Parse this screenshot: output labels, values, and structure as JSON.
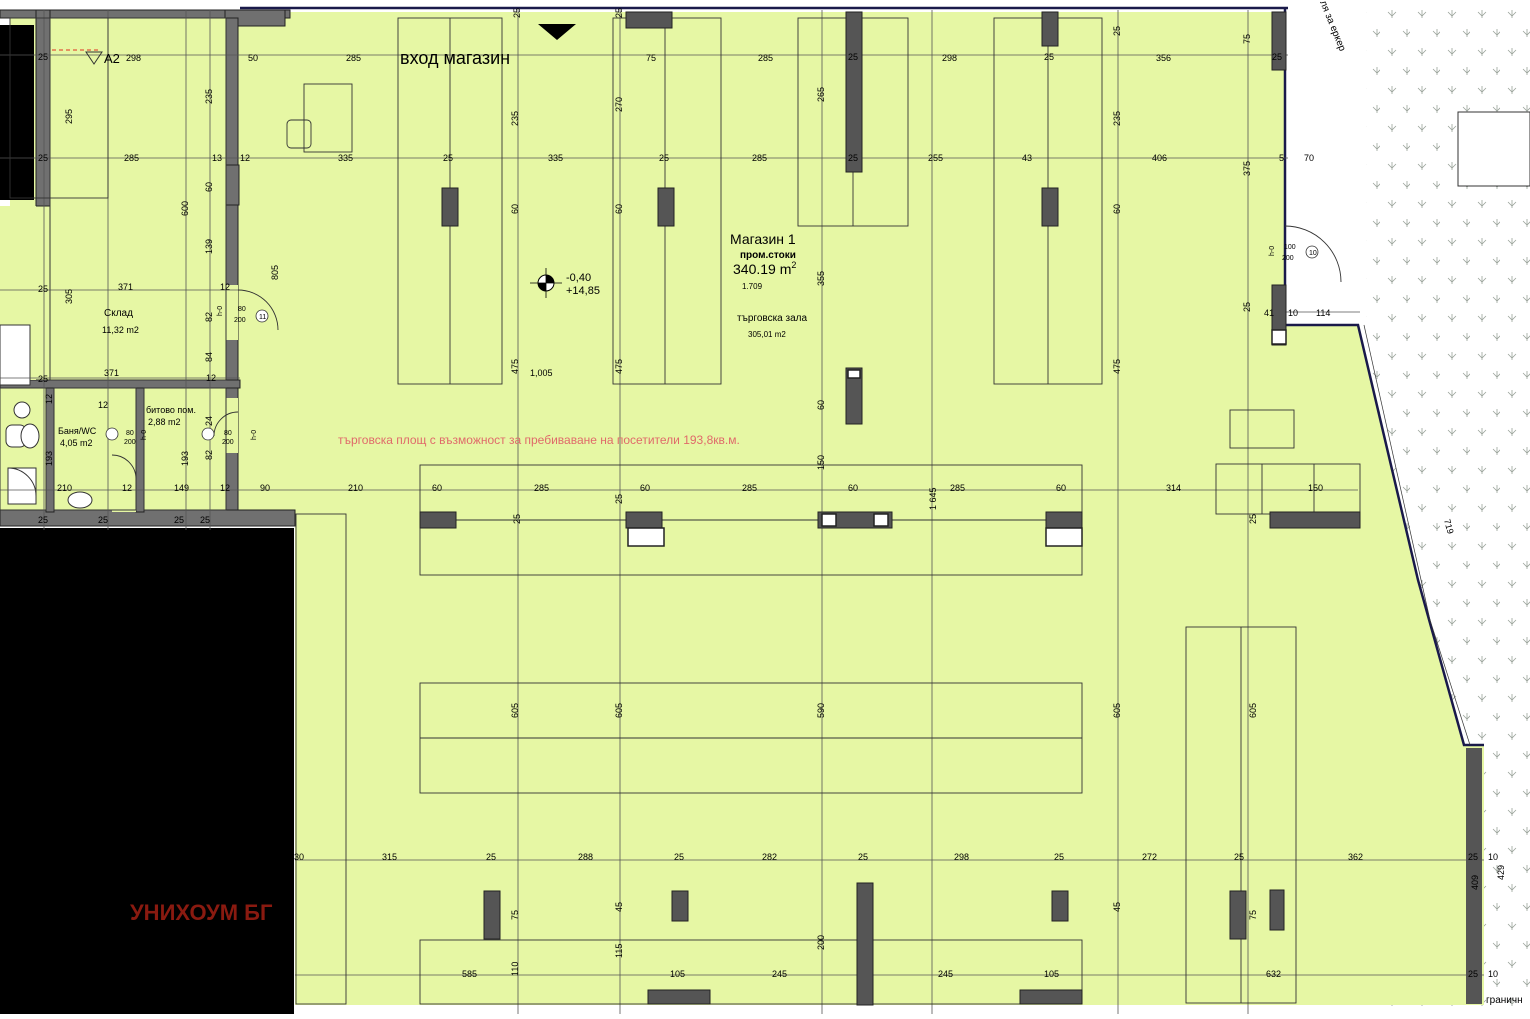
{
  "labels": {
    "entrance": "вход магазин",
    "axis_a2": "A2",
    "erker": "ля за еркер",
    "border": "граничн",
    "brand": "УНИХОУМ БГ"
  },
  "shop": {
    "name": "Магазин 1",
    "use": "пром.стоки",
    "area": "340.19 m",
    "area_sup": "2",
    "height_code": "1.709",
    "hall_name": "търговска зала",
    "hall_area": "305,01 m2"
  },
  "level": {
    "lower": "-0,40",
    "upper": "+14,85"
  },
  "storage": {
    "name": "Склад",
    "area": "11,32 m2"
  },
  "bath": {
    "name": "Баня/WC",
    "area": "4,05 m2"
  },
  "utility": {
    "name": "битово пом.",
    "area": "2,88 m2"
  },
  "note": "търговска площ с възможност за пребиваване на посетители  193,8кв.м.",
  "doors": {
    "d1": {
      "w": "80",
      "h": "200",
      "h0": "h-0",
      "num": "11"
    },
    "d2": {
      "w": "80",
      "h": "200",
      "h0": "h-0"
    },
    "d3": {
      "w": "80",
      "h": "200",
      "h0": "h-0"
    },
    "d4": {
      "w": "100",
      "h": "200",
      "h0": "h-0",
      "num": "10"
    }
  },
  "dims": {
    "t298": "298",
    "t50": "50",
    "t285a": "285",
    "t75a": "75",
    "t285b": "285",
    "t298b": "298",
    "t356": "356",
    "t25tl": "25",
    "t25tr": "25",
    "r285": "285",
    "r13": "13",
    "r12a": "12",
    "r335a": "335",
    "r25a": "25",
    "r335b": "335",
    "r25b": "25",
    "r285b": "285",
    "r25c": "25",
    "r255": "255",
    "r43": "43",
    "r406": "406",
    "r5": "5",
    "r70": "70",
    "r25l": "25",
    "s371a": "371",
    "s371b": "371",
    "s12a": "12",
    "s12b": "12",
    "s12c": "12",
    "s25a": "25",
    "s25b": "25",
    "s1005": "1,005",
    "b210": "210",
    "b12a": "12",
    "b149": "149",
    "b12b": "12",
    "b90": "90",
    "b210b": "210",
    "b60a": "60",
    "b285a": "285",
    "b60b": "60",
    "b285b": "285",
    "b60c": "60",
    "b285c": "285",
    "b60d": "60",
    "b314": "314",
    "b150": "150",
    "b25a": "25",
    "b25b": "25",
    "b25c": "25",
    "b25d": "25",
    "k30": "30",
    "k315": "315",
    "k25a": "25",
    "k288": "288",
    "k25b": "25",
    "k282": "282",
    "k25c": "25",
    "k298": "298",
    "k25d": "25",
    "k272": "272",
    "k25e": "25",
    "k362": "362",
    "k25f": "25",
    "k10": "10",
    "m585": "585",
    "m105a": "105",
    "m245a": "245",
    "m245b": "245",
    "m105b": "105",
    "m632": "632",
    "m25": "25",
    "m10": "10",
    "r114": "114",
    "r41": "41",
    "r10": "10",
    "v295": "295",
    "v235a": "235",
    "v600": "600",
    "v60a": "60",
    "v139": "139",
    "v305": "305",
    "v805": "805",
    "v82a": "82",
    "v84": "84",
    "v82b": "82",
    "v193a": "193",
    "v193b": "193",
    "v24": "24",
    "v12": "12",
    "v25a": "25",
    "v25b": "25",
    "v25c": "25",
    "v235b": "235",
    "v60b": "60",
    "v270": "270",
    "v60c": "60",
    "v265": "265",
    "v355": "355",
    "v235c": "235",
    "v60d": "60",
    "v375": "375",
    "v475a": "475",
    "v475b": "475",
    "v475c": "475",
    "v60e": "60",
    "v150": "150",
    "v1645": "1 645",
    "v75": "75",
    "v25": "25",
    "v605a": "605",
    "v605b": "605",
    "v590": "590",
    "v605c": "605",
    "v605d": "605",
    "v75b": "75",
    "v45": "45",
    "v200": "200",
    "v115": "115",
    "v110": "110",
    "v45b": "45",
    "v75c": "75",
    "v409": "409",
    "v429": "429",
    "v719": "719",
    "v25d": "25",
    "v25e": "25",
    "v25f": "25"
  }
}
